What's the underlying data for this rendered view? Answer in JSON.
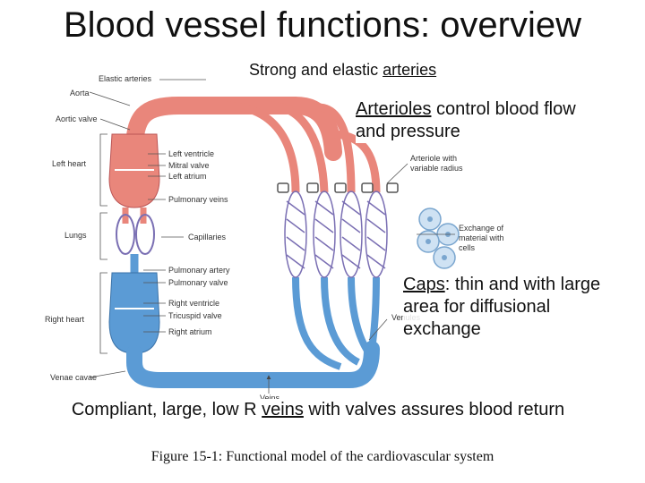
{
  "title": "Blood vessel functions: overview",
  "callouts": {
    "arteries": {
      "pre": "Strong and elastic ",
      "link": "arteries",
      "post": ""
    },
    "arterioles": {
      "pre": "",
      "link": "Arterioles",
      "post": " control blood flow",
      "line2": "and pressure"
    },
    "caps": {
      "pre": "",
      "link": "Caps",
      "post": ": thin and with large",
      "line2": "area for diffusional",
      "line3": "exchange"
    },
    "veins": {
      "pre": "Compliant, large, low R ",
      "link": "veins",
      "post": " with valves assures blood return"
    }
  },
  "labels": {
    "elastic_arteries": "Elastic arteries",
    "aorta": "Aorta",
    "aortic_valve": "Aortic valve",
    "left_heart": "Left heart",
    "left_ventricle": "Left ventricle",
    "mitral_valve": "Mitral valve",
    "left_atrium": "Left atrium",
    "pulmonary_veins": "Pulmonary veins",
    "lungs": "Lungs",
    "capillaries": "Capillaries",
    "pulmonary_artery": "Pulmonary artery",
    "pulmonary_valve": "Pulmonary valve",
    "right_heart": "Right heart",
    "right_ventricle": "Right ventricle",
    "tricuspid_valve": "Tricuspid valve",
    "right_atrium": "Right atrium",
    "venae_cavae": "Venae cavae",
    "veins": "Veins",
    "venules": "Venules",
    "arteriole_line1": "Arteriole with",
    "arteriole_line2": "variable radius",
    "exchange_line1": "Exchange of",
    "exchange_line2": "material with",
    "exchange_line3": "cells"
  },
  "caption": "Figure 15-1: Functional model of the cardiovascular system",
  "colors": {
    "arterial": "#e9867b",
    "venous": "#5b9bd5",
    "outline": "#4a4a4a"
  }
}
